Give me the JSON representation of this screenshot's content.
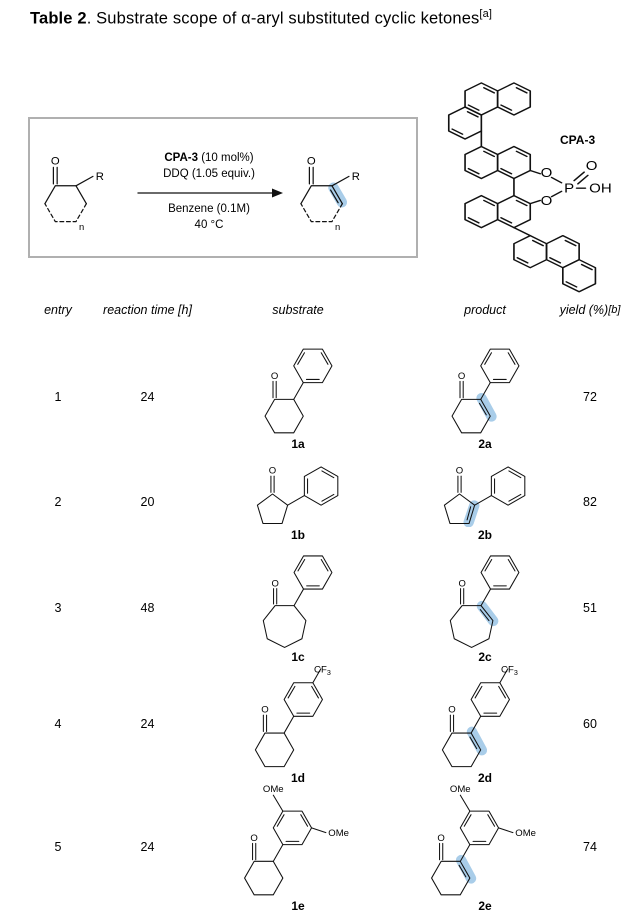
{
  "title": {
    "bold": "Table 2",
    "rest": ". Substrate scope of α-aryl substituted cyclic ketones",
    "sup": "[a]"
  },
  "scheme": {
    "cond_above_bold": "CPA-3",
    "cond_above_rest": " (10 mol%)",
    "cond_above2": "DDQ (1.05 equiv.)",
    "cond_below1": "Benzene (0.1M)",
    "cond_below2": "40 °C",
    "catalyst_label": "CPA-3"
  },
  "atoms": {
    "o": "O",
    "oh": "OH",
    "p": "P",
    "r": "R",
    "n": "n",
    "ome": "OMe",
    "cf": "CF",
    "three": "3"
  },
  "highlight_color": "#a9cde9",
  "table": {
    "headers": {
      "entry": "entry",
      "time": "reaction time [h]",
      "substrate": "substrate",
      "product": "product",
      "yield": "yield (%)",
      "yield_sup": "[b]"
    },
    "rows": [
      {
        "entry": "1",
        "time": "24",
        "substrate_label": "1a",
        "product_label": "2a",
        "yield": "72"
      },
      {
        "entry": "2",
        "time": "20",
        "substrate_label": "1b",
        "product_label": "2b",
        "yield": "82"
      },
      {
        "entry": "3",
        "time": "48",
        "substrate_label": "1c",
        "product_label": "2c",
        "yield": "51"
      },
      {
        "entry": "4",
        "time": "24",
        "substrate_label": "1d",
        "product_label": "2d",
        "yield": "60"
      },
      {
        "entry": "5",
        "time": "24",
        "substrate_label": "1e",
        "product_label": "2e",
        "yield": "74"
      }
    ]
  }
}
